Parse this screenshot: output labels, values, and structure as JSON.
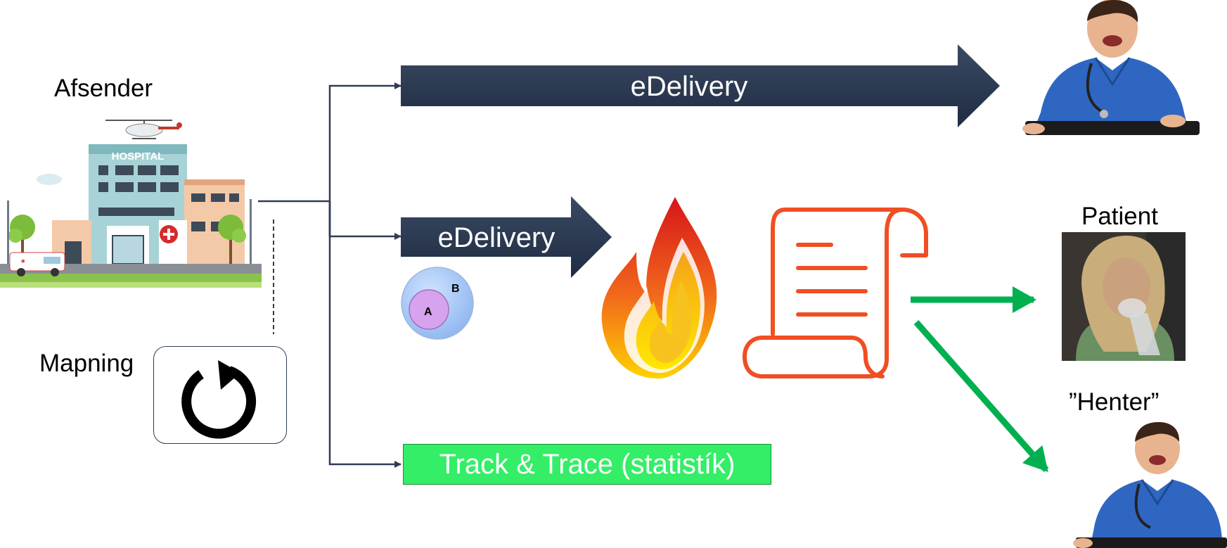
{
  "sender": {
    "label": "Afsender",
    "building_sign": "HOSPITAL"
  },
  "mapping": {
    "label": "Mapning",
    "icon": "refresh-icon"
  },
  "channels": {
    "top": {
      "label": "eDelivery"
    },
    "middle": {
      "label": "eDelivery"
    },
    "bottom": {
      "label": "Track & Trace (statistík)"
    }
  },
  "venn": {
    "a": "A",
    "b": "B"
  },
  "recipients": {
    "patient": {
      "label": "Patient"
    },
    "fetch": {
      "label": "”Henter”"
    }
  },
  "colors": {
    "arrow_navy": "#223049",
    "connector": "#2e3d55",
    "track_green": "#33ee66",
    "flow_green": "#00b050",
    "document_orange": "#f04e23"
  }
}
